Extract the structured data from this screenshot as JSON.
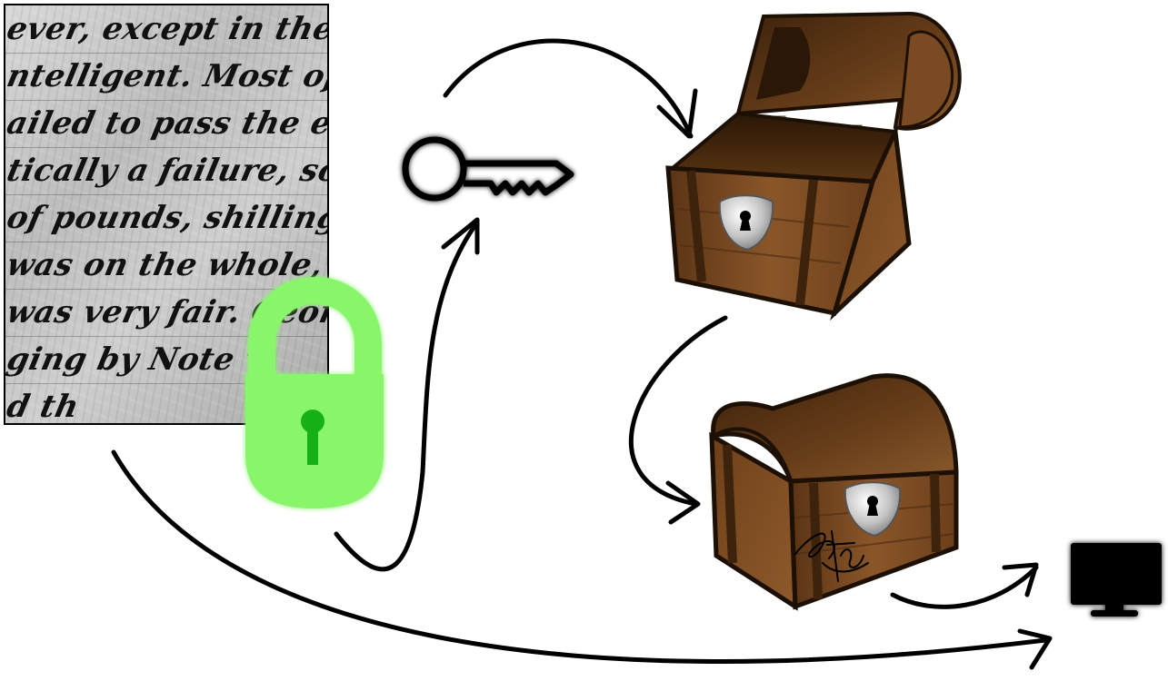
{
  "manuscript": {
    "lines": [
      "ever, except in the se",
      "ntelligent. Most of the",
      "ailed to pass the exam",
      "tically a failure, so",
      "of pounds, shillings",
      "was on the whole, st",
      "was very fair. George",
      "ging by Note w",
      "   d th"
    ]
  },
  "icons": {
    "padlock": "padlock-icon",
    "key": "key-icon",
    "open_chest": "open-treasure-chest-icon",
    "closed_chest": "closed-treasure-chest-icon",
    "signature": "signature-icon",
    "monitor": "monitor-icon"
  },
  "colors": {
    "padlock_green": "#88f56a",
    "chest_wood": "#7a4a22",
    "chest_wood_dark": "#4a2a12",
    "plate_silver": "#bdbdbd",
    "arrow": "#000000"
  }
}
